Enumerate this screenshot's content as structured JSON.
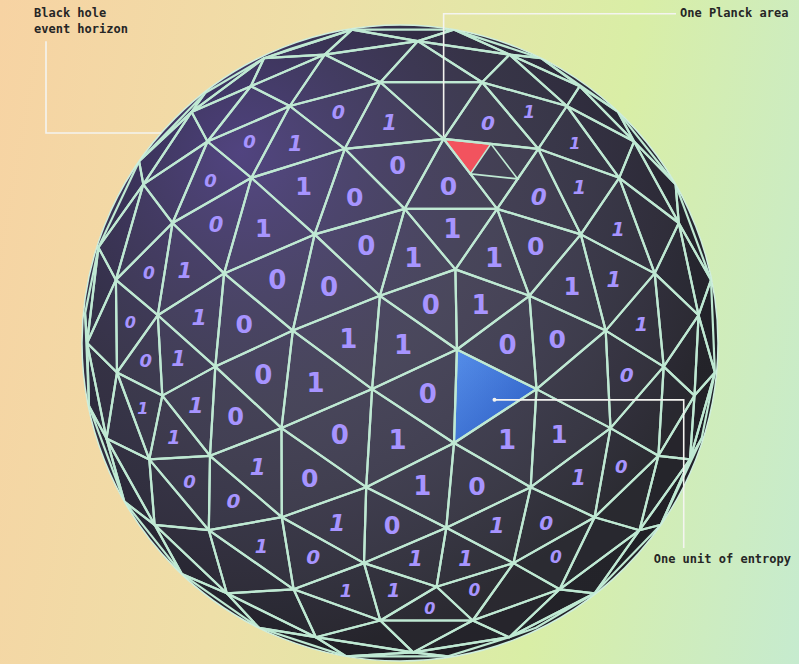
{
  "diagram": {
    "labels": [
      "Black hole event horizon",
      "One Planck area",
      "One unit of entropy",
      "0",
      "1",
      "0",
      "1",
      "0",
      "1",
      "0",
      "1",
      "0",
      "1",
      "0",
      "0",
      "0",
      "1",
      "0",
      "1",
      "0",
      "1",
      "1",
      "1",
      "0",
      "1",
      "0",
      "1",
      "0",
      "0",
      "1",
      "1",
      "0",
      "1",
      "0",
      "1",
      "0",
      "1",
      "0",
      "1",
      "0",
      "1",
      "0",
      "1",
      "0",
      "0",
      "1",
      "1",
      "0",
      "1",
      "0",
      "1",
      "0",
      "1",
      "1",
      "1",
      "0",
      "1",
      "0",
      "1",
      "0",
      "1",
      "0",
      "0",
      "1",
      "0",
      "1",
      "0",
      "1",
      "0",
      "1",
      "1",
      "0",
      "1",
      "1",
      "0",
      "0"
    ]
  }
}
